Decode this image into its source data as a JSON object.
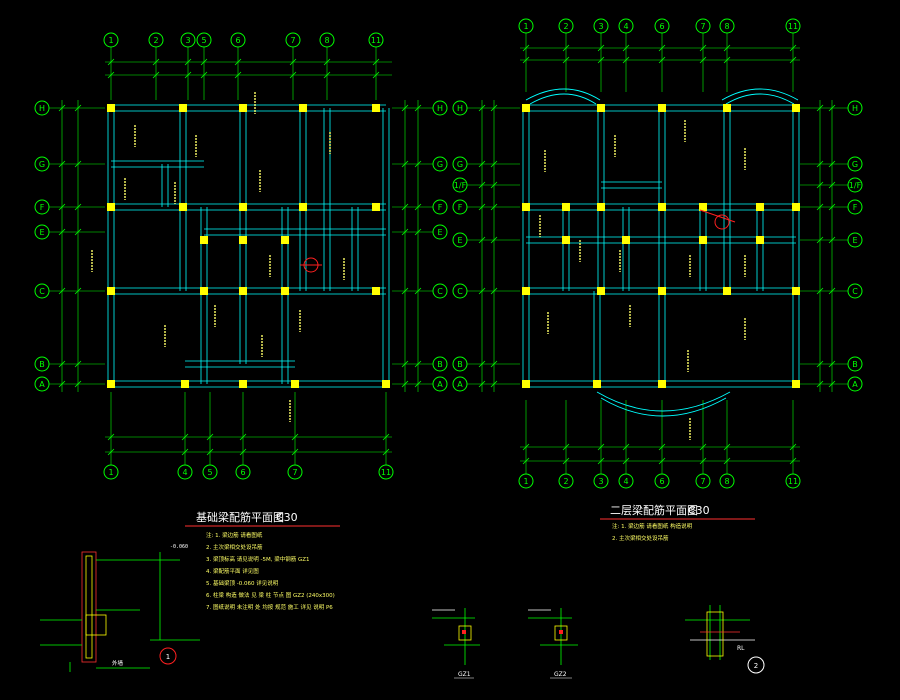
{
  "colors": {
    "background": "#000000",
    "axis": "#00ff00",
    "beam": "#00ffff",
    "column": "#ffff00",
    "annotation": "#ffff66",
    "dimension": "#00ff00",
    "white_text": "#ffffff",
    "marker_red": "#ff2020",
    "underline_red": "#ff3030"
  },
  "plan1": {
    "title": "基础梁配筋平面图",
    "concrete": "C30",
    "top_axes": [
      "1",
      "2",
      "3",
      "5",
      "6",
      "7",
      "8",
      "11"
    ],
    "bottom_axes": [
      "1",
      "4",
      "5",
      "6",
      "7",
      "11"
    ],
    "side_axes": [
      "H",
      "G",
      "F",
      "E",
      "C",
      "B",
      "A"
    ],
    "beam_labels": [
      "GZ1",
      "GZ1",
      "GZ1"
    ]
  },
  "plan2": {
    "title": "二层梁配筋平面图",
    "concrete": "C30",
    "top_axes": [
      "1",
      "2",
      "3",
      "4",
      "6",
      "7",
      "8",
      "11"
    ],
    "bottom_axes": [
      "1",
      "2",
      "3",
      "4",
      "6",
      "7",
      "8",
      "11"
    ],
    "left_axes": [
      "H",
      "G",
      "1/F",
      "F",
      "E",
      "C",
      "B",
      "A"
    ],
    "right_axes": [
      "H",
      "G",
      "1/F",
      "F",
      "E",
      "C",
      "B",
      "A"
    ]
  },
  "notes1": [
    "注: 1. 梁边筋 请看图纸",
    "2. 主次梁相交处设吊筋",
    "3. 梁顶标高 请见说明 -5M, 梁中钢筋 GZ1",
    "4. 梁配筋平面 详见图",
    "5. 基础梁顶 -0.060 详见说明",
    "6. 柱梁 构造 做法 见 梁 柱 节点 图 GZ2 (240x300)",
    "7. 图纸说明 未注明 处 均按 规范 施工 详见 说明 P6"
  ],
  "notes2": [
    "注: 1. 梁边筋 请看图纸 构造说明",
    "2. 主次梁相交处设吊筋"
  ],
  "details": {
    "col1": "GZ1",
    "col2": "GZ2",
    "mark1": "1",
    "mark2": "2",
    "ext_wall": "外墙",
    "elev": "-0.060",
    "rl": "RL"
  }
}
